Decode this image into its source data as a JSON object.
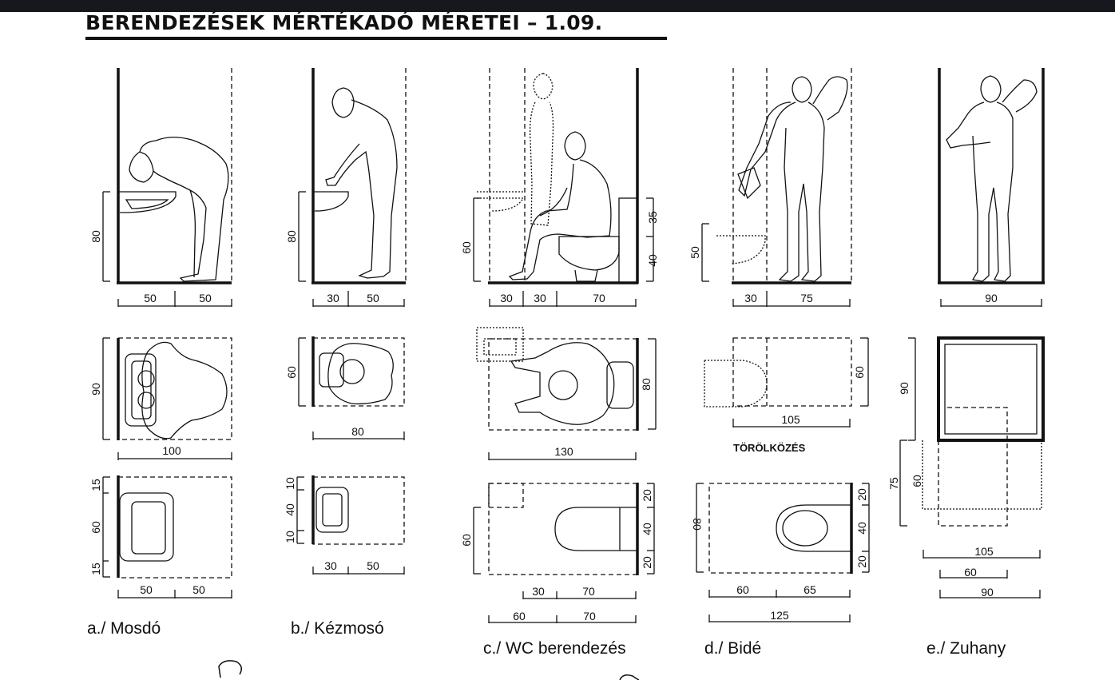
{
  "title": "BERENDEZÉSEK MÉRTÉKADÓ MÉRETEI – 1.09.",
  "captions": {
    "a": "a./ Mosdó",
    "b": "b./ Kézmosó",
    "c": "c./ WC berendezés",
    "d": "d./ Bidé",
    "e": "e./ Zuhany"
  },
  "note": "TÖRÖLKÖZÉS",
  "dims": {
    "a": {
      "elev_h": "80",
      "elev_w1": "50",
      "elev_w2": "50",
      "plan_h": "90",
      "plan_w": "100",
      "det_h1": "15",
      "det_h2": "60",
      "det_h3": "15",
      "det_w1": "50",
      "det_w2": "50"
    },
    "b": {
      "elev_h": "80",
      "elev_w1": "30",
      "elev_w2": "50",
      "plan_h": "60",
      "plan_w": "80",
      "det_h1": "10",
      "det_h2": "40",
      "det_h3": "10",
      "det_w1": "30",
      "det_w2": "50"
    },
    "c": {
      "elev_h": "60",
      "elev_h2": "35",
      "elev_h3": "40",
      "elev_w1": "30",
      "elev_w2": "30",
      "elev_w3": "70",
      "plan_h": "80",
      "plan_w": "130",
      "det_h": "60",
      "det_r1": "20",
      "det_r2": "40",
      "det_r3": "20",
      "det_w1": "30",
      "det_w2": "70",
      "det_w3": "60",
      "det_w4": "70"
    },
    "d": {
      "elev_h": "50",
      "elev_w1": "30",
      "elev_w2": "75",
      "plan_h": "60",
      "plan_w": "105",
      "det_h": "80",
      "det_r1": "20",
      "det_r2": "40",
      "det_r3": "20",
      "det_w1": "60",
      "det_w2": "65",
      "det_w3": "125"
    },
    "e": {
      "elev_w": "90",
      "plan_h": "90",
      "plan_h2": "75",
      "plan_h3": "60",
      "plan_w1": "105",
      "plan_w2": "60",
      "plan_w3": "90"
    }
  }
}
